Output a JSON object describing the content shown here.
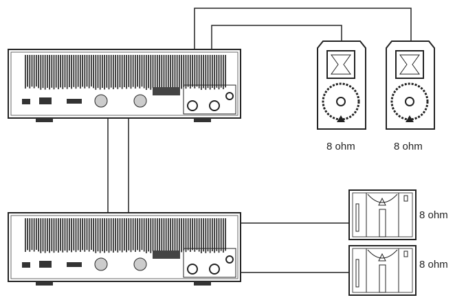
{
  "diagram": {
    "amplifiers": [
      {
        "id": "amp-top"
      },
      {
        "id": "amp-bottom"
      }
    ],
    "speakers": [
      {
        "type": "full-range",
        "impedance_label": "8 ohm"
      },
      {
        "type": "full-range",
        "impedance_label": "8 ohm"
      },
      {
        "type": "subwoofer",
        "impedance_label": "8 ohm"
      },
      {
        "type": "subwoofer",
        "impedance_label": "8 ohm"
      }
    ],
    "colors": {
      "line": "#222222",
      "background": "#ffffff"
    }
  }
}
